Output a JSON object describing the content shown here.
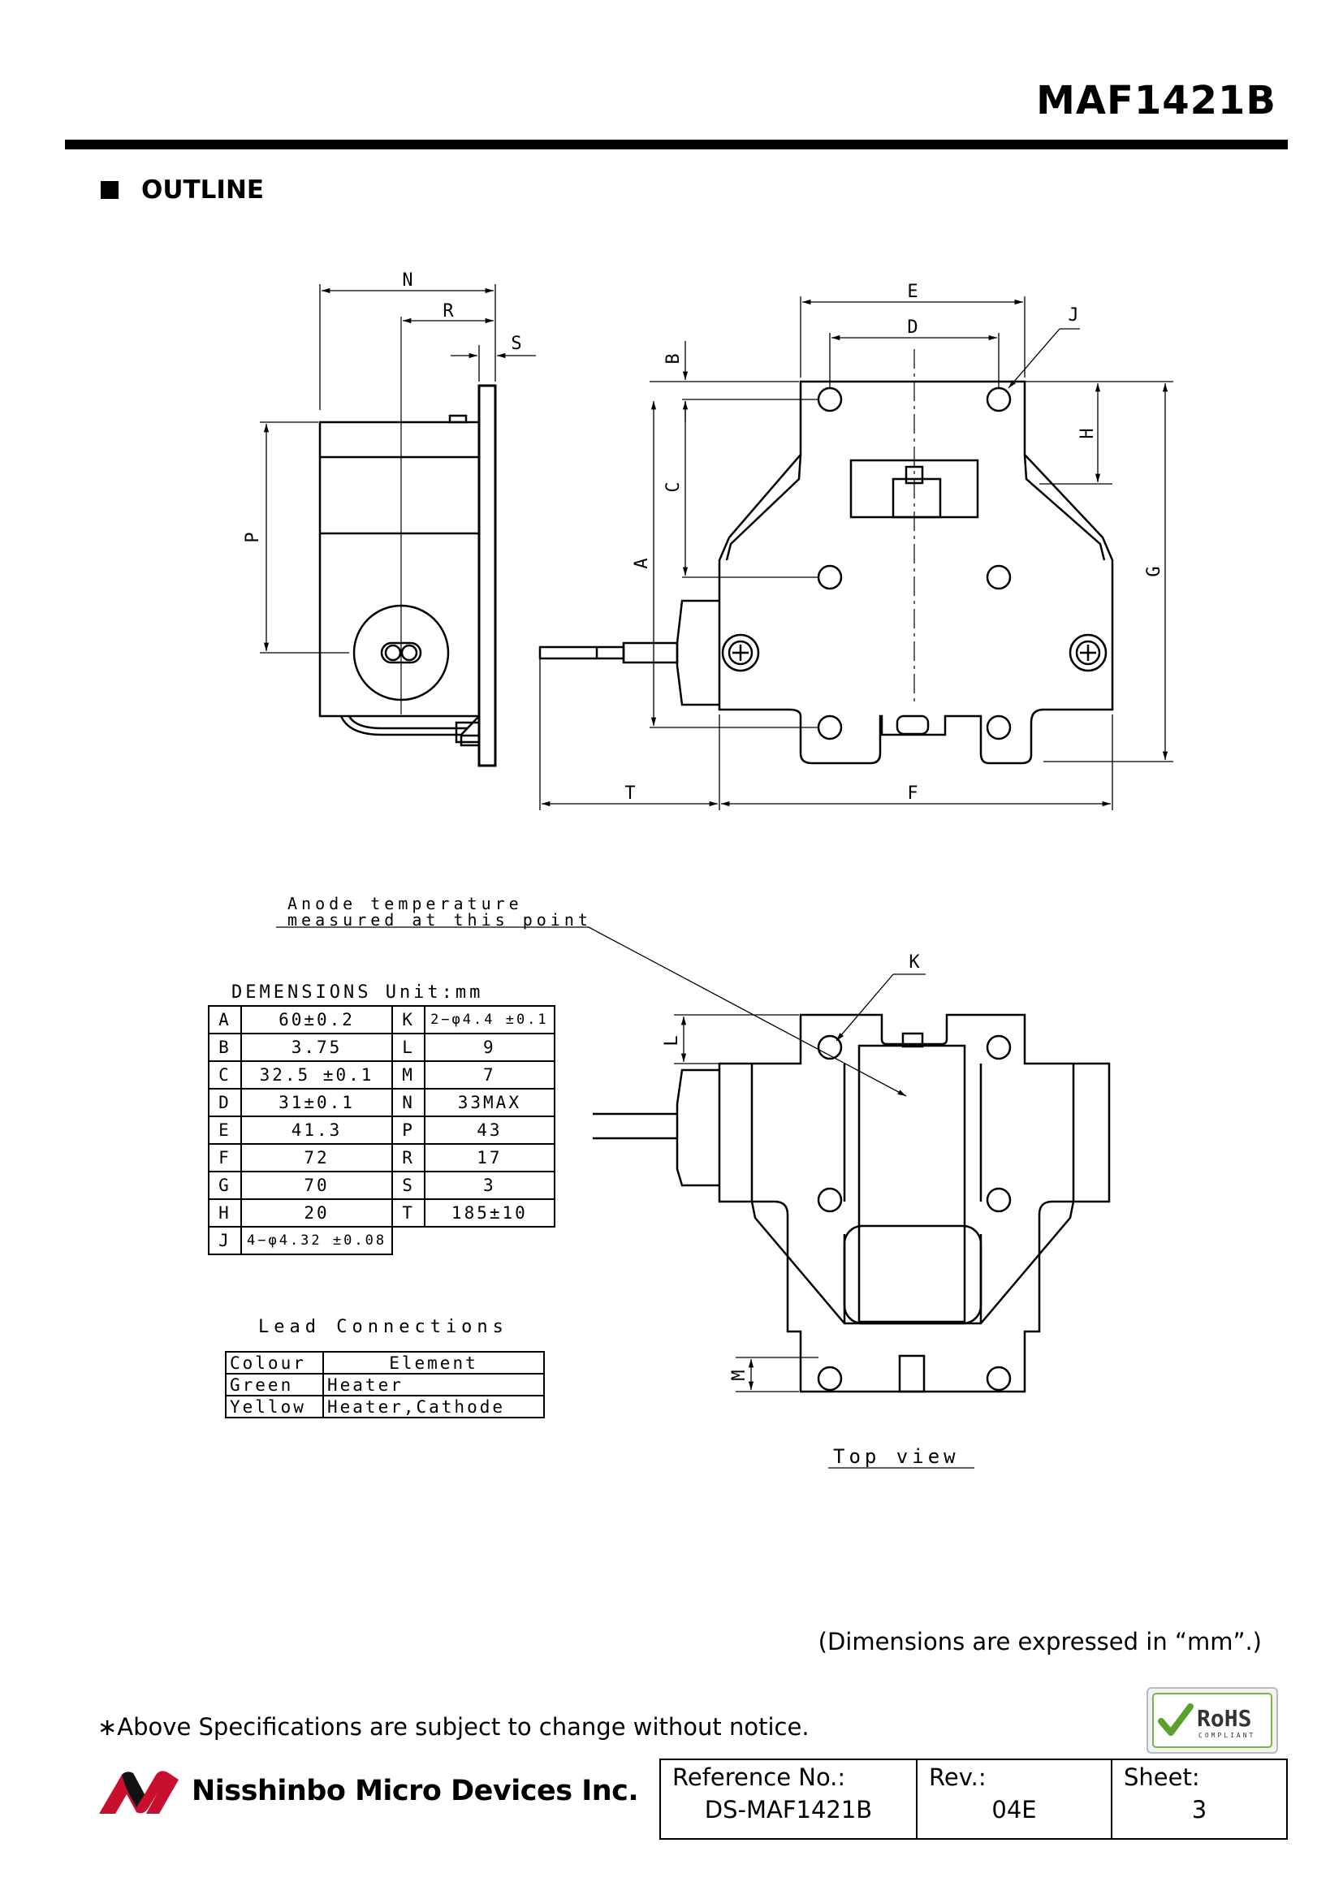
{
  "header": {
    "part_number": "MAF1421B"
  },
  "section": {
    "title": "OUTLINE"
  },
  "drawing": {
    "dim_labels": [
      "N",
      "R",
      "S",
      "P",
      "E",
      "D",
      "J",
      "B",
      "H",
      "C",
      "A",
      "G",
      "T",
      "F",
      "K",
      "L",
      "M"
    ],
    "anode_note_line1": "Anode temperature",
    "anode_note_line2": "measured at this point",
    "top_view_label": "Top view"
  },
  "dimensions_table": {
    "title": "DEMENSIONS Unit:mm",
    "rows": [
      {
        "k1": "A",
        "v1": "60±0.2",
        "k2": "K",
        "v2": "2−φ4.4 ±0.1"
      },
      {
        "k1": "B",
        "v1": "3.75",
        "k2": "L",
        "v2": "9"
      },
      {
        "k1": "C",
        "v1": "32.5 ±0.1",
        "k2": "M",
        "v2": "7"
      },
      {
        "k1": "D",
        "v1": "31±0.1",
        "k2": "N",
        "v2": "33MAX"
      },
      {
        "k1": "E",
        "v1": "41.3",
        "k2": "P",
        "v2": "43"
      },
      {
        "k1": "F",
        "v1": "72",
        "k2": "R",
        "v2": "17"
      },
      {
        "k1": "G",
        "v1": "70",
        "k2": "S",
        "v2": "3"
      },
      {
        "k1": "H",
        "v1": "20",
        "k2": "T",
        "v2": "185±10"
      },
      {
        "k1": "J",
        "v1": "4−φ4.32 ±0.08"
      }
    ]
  },
  "lead_connections": {
    "title": "Lead Connections",
    "headers": [
      "Colour",
      "Element"
    ],
    "rows": [
      {
        "colour": "Green",
        "element": "Heater"
      },
      {
        "colour": "Yellow",
        "element": "Heater,Cathode"
      }
    ]
  },
  "footer": {
    "units_note": "(Dimensions are expressed in “mm”.)",
    "notice": "∗Above Specifications are subject to change without notice.",
    "company": "Nisshinbo Micro Devices Inc.",
    "rohs_text": "RoHS",
    "rohs_sub": "COMPLIANT",
    "reference_label": "Reference No.:",
    "reference_value": "DS-MAF1421B",
    "rev_label": "Rev.:",
    "rev_value": "04E",
    "sheet_label": "Sheet:",
    "sheet_value": "3"
  }
}
